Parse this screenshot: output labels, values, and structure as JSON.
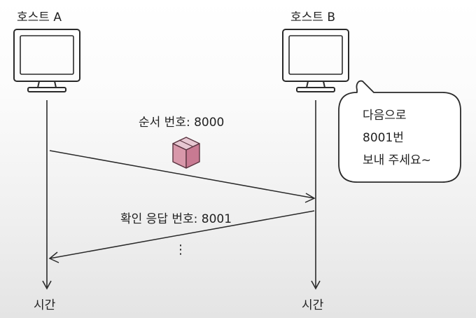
{
  "hosts": {
    "a": {
      "label": "호스트 A",
      "time_label": "시간"
    },
    "b": {
      "label": "호스트 B",
      "time_label": "시간"
    }
  },
  "messages": {
    "sequence": {
      "label": "순서 번호: 8000"
    },
    "ack": {
      "label": "확인 응답 번호: 8001"
    },
    "ellipsis": "⋮"
  },
  "speech_bubble": {
    "lines": [
      "다음으로",
      "8001번",
      "보내 주세요~"
    ]
  },
  "colors": {
    "line": "#2a2a2a",
    "box_top": "#e7c8d2",
    "box_side": "#c87a92",
    "box_front": "#d898aa"
  }
}
